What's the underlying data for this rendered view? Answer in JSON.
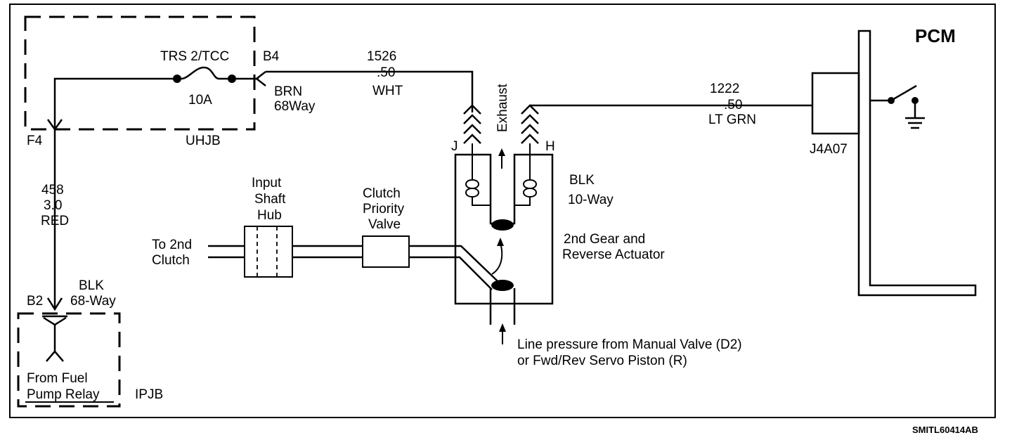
{
  "diagram": {
    "pcm": {
      "title": "PCM",
      "connector": "J4A07"
    },
    "uhjb": {
      "name": "UHJB",
      "fuse_name": "TRS 2/TCC",
      "fuse_rating": "10A",
      "pin_in": "F4",
      "pin_out": "B4",
      "connector_color": "BRN",
      "connector_ways": "68Way"
    },
    "wire_1526": {
      "circuit": "1526",
      "gauge": ".50",
      "color": "WHT"
    },
    "wire_1222": {
      "circuit": "1222",
      "gauge": ".50",
      "color": "LT GRN"
    },
    "wire_458": {
      "circuit": "458",
      "gauge": "3.0",
      "color": "RED"
    },
    "ipjb": {
      "name": "IPJB",
      "pin": "B2",
      "connector_color": "BLK",
      "connector_ways": "68-Way",
      "source_line1": "From Fuel",
      "source_line2": "Pump Relay"
    },
    "actuator": {
      "pin_j": "J",
      "pin_h": "H",
      "exhaust": "Exhaust",
      "connector_color": "BLK",
      "connector_ways": "10-Way",
      "name_line1": "2nd Gear and",
      "name_line2": "Reverse Actuator"
    },
    "hydraulic": {
      "clutch_line1": "To 2nd",
      "clutch_line2": "Clutch",
      "hub_line1": "Input",
      "hub_line2": "Shaft",
      "hub_line3": "Hub",
      "valve_line1": "Clutch",
      "valve_line2": "Priority",
      "valve_line3": "Valve",
      "line_pressure_line1": "Line pressure from Manual Valve (D2)",
      "line_pressure_line2": "or Fwd/Rev Servo Piston (R)"
    },
    "figure_id": "SMITL60414AB"
  }
}
